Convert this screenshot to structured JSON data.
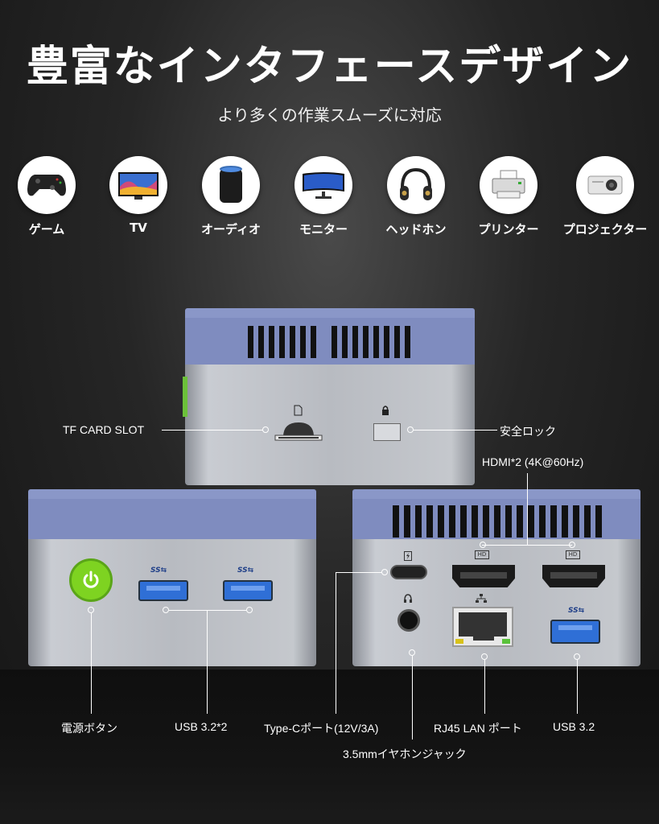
{
  "header": {
    "title": "豊富なインタフェースデザイン",
    "subtitle": "より多くの作業スムーズに対応"
  },
  "devices": [
    {
      "label": "ゲーム",
      "icon": "gamepad-icon"
    },
    {
      "label": "TV",
      "icon": "tv-icon"
    },
    {
      "label": "オーディオ",
      "icon": "speaker-icon"
    },
    {
      "label": "モニター",
      "icon": "monitor-icon"
    },
    {
      "label": "ヘッドホン",
      "icon": "headphones-icon"
    },
    {
      "label": "プリンター",
      "icon": "printer-icon"
    },
    {
      "label": "プロジェクター",
      "icon": "projector-icon"
    }
  ],
  "callouts": {
    "tf_card_slot": "TF CARD SLOT",
    "security_lock": "安全ロック",
    "hdmi": "HDMI*2 (4K@60Hz)",
    "power_button": "電源ボタン",
    "usb_front": "USB 3.2*2",
    "type_c": "Type-Cポート(12V/3A)",
    "audio_jack": "3.5mmイヤホンジャック",
    "rj45": "RJ45 LAN ポート",
    "usb_rear": "USB 3.2"
  },
  "port_marks": {
    "hd": "HD",
    "ss": "SS⇆"
  },
  "colors": {
    "lid_accent": "#8a97c8",
    "power_button": "#7ed321",
    "usb_port": "#2f6fd6"
  }
}
